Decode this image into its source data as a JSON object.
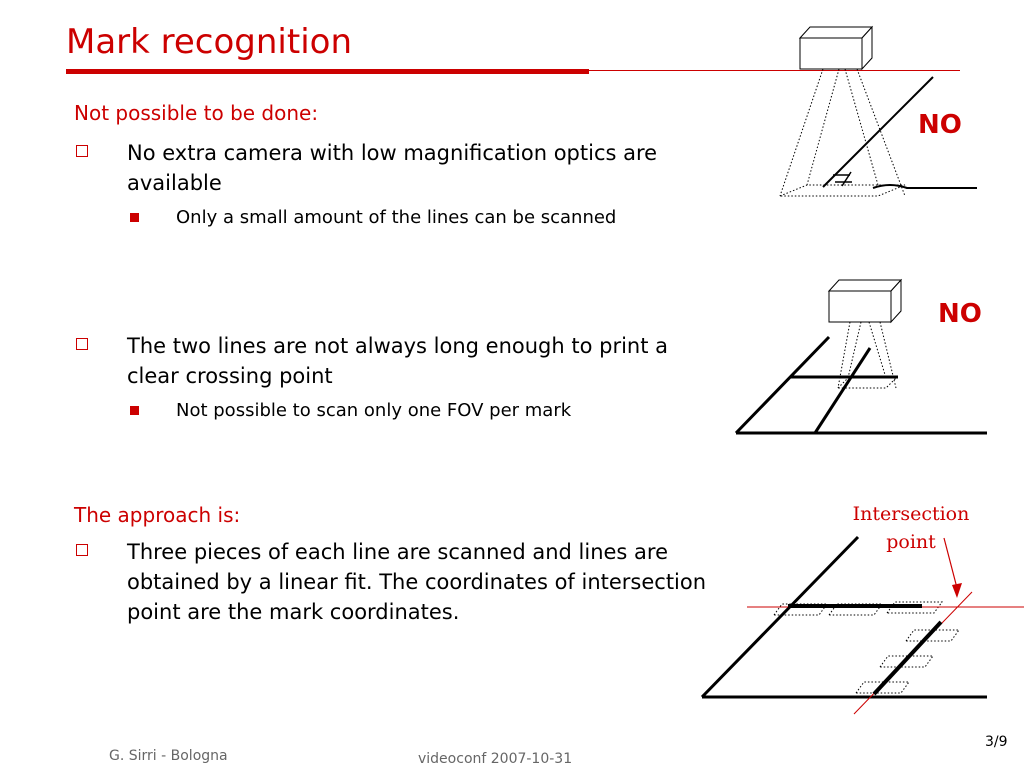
{
  "slide": {
    "title": "Mark recognition"
  },
  "section1": {
    "heading": "Not possible to be done:",
    "bullets": [
      {
        "text": "No extra camera with low magnification optics are available",
        "sub": "Only a small amount of the lines can be scanned"
      },
      {
        "text": "The two lines are not always long enough to print a clear crossing point",
        "sub": "Not possible to scan only one FOV per mark"
      }
    ]
  },
  "section2": {
    "heading": "The approach is:",
    "bullets": [
      {
        "text": "Three pieces of each line are scanned and lines are obtained by a linear fit. The coordinates of intersection point are the mark coordinates."
      }
    ]
  },
  "diagrams": {
    "no_label_1": "NO",
    "no_label_2": "NO",
    "callout": "Intersection point",
    "accent_color": "#cc0000"
  },
  "footer": {
    "author": "G. Sirri - Bologna",
    "event": "videoconf 2007-10-31",
    "page": "3/9"
  }
}
